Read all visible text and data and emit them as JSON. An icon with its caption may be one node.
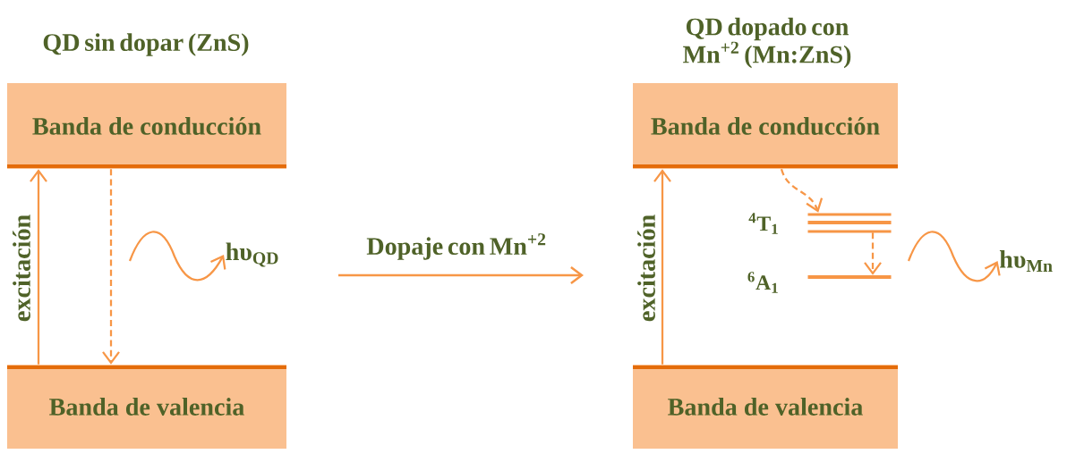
{
  "diagram": {
    "nodes": [
      {
        "text": [
          "Banda de conducción"
        ],
        "beside": [
          "QD sin dopar (ZnS)"
        ]
      },
      {
        "text": [
          "Banda de valencia"
        ]
      },
      {
        "text": [
          "Banda de conducción"
        ],
        "beside": [
          "QD dopado con Mn$^{+2}$ (Mn:ZnS)"
        ]
      },
      {
        "text": [
          "Banda de valencia"
        ]
      },
      {
        "text": [],
        "shape": "bar",
        "beside": [
          "$^{4}$T$_{1}$"
        ]
      },
      {
        "text": [],
        "shape": "bar",
        "beside": [
          "$^{6}$A$_{1}$"
        ]
      },
      {
        "text": [
          "hυ$_{QD}$"
        ]
      },
      {
        "text": [
          "hυ$_{Mn}$"
        ]
      }
    ],
    "edges": [
      {
        "from": 1,
        "to": 0,
        "arrow": "to",
        "label": "excitación"
      },
      {
        "from": 0,
        "to": 1,
        "arrow": "to",
        "style": "dashed"
      },
      {
        "from": 3,
        "to": 2,
        "arrow": "to",
        "label": "excitación"
      },
      {
        "from": 2,
        "to": 4,
        "arrow": "to",
        "style": "dashed"
      },
      {
        "from": 4,
        "to": 5,
        "arrow": "to",
        "style": "dashed"
      },
      {
        "from": null,
        "to": 6,
        "arrow": "to"
      },
      {
        "from": null,
        "to": 7,
        "arrow": "to"
      }
    ],
    "labels": [
      "Dopaje con Mn$^{+2}$"
    ]
  }
}
